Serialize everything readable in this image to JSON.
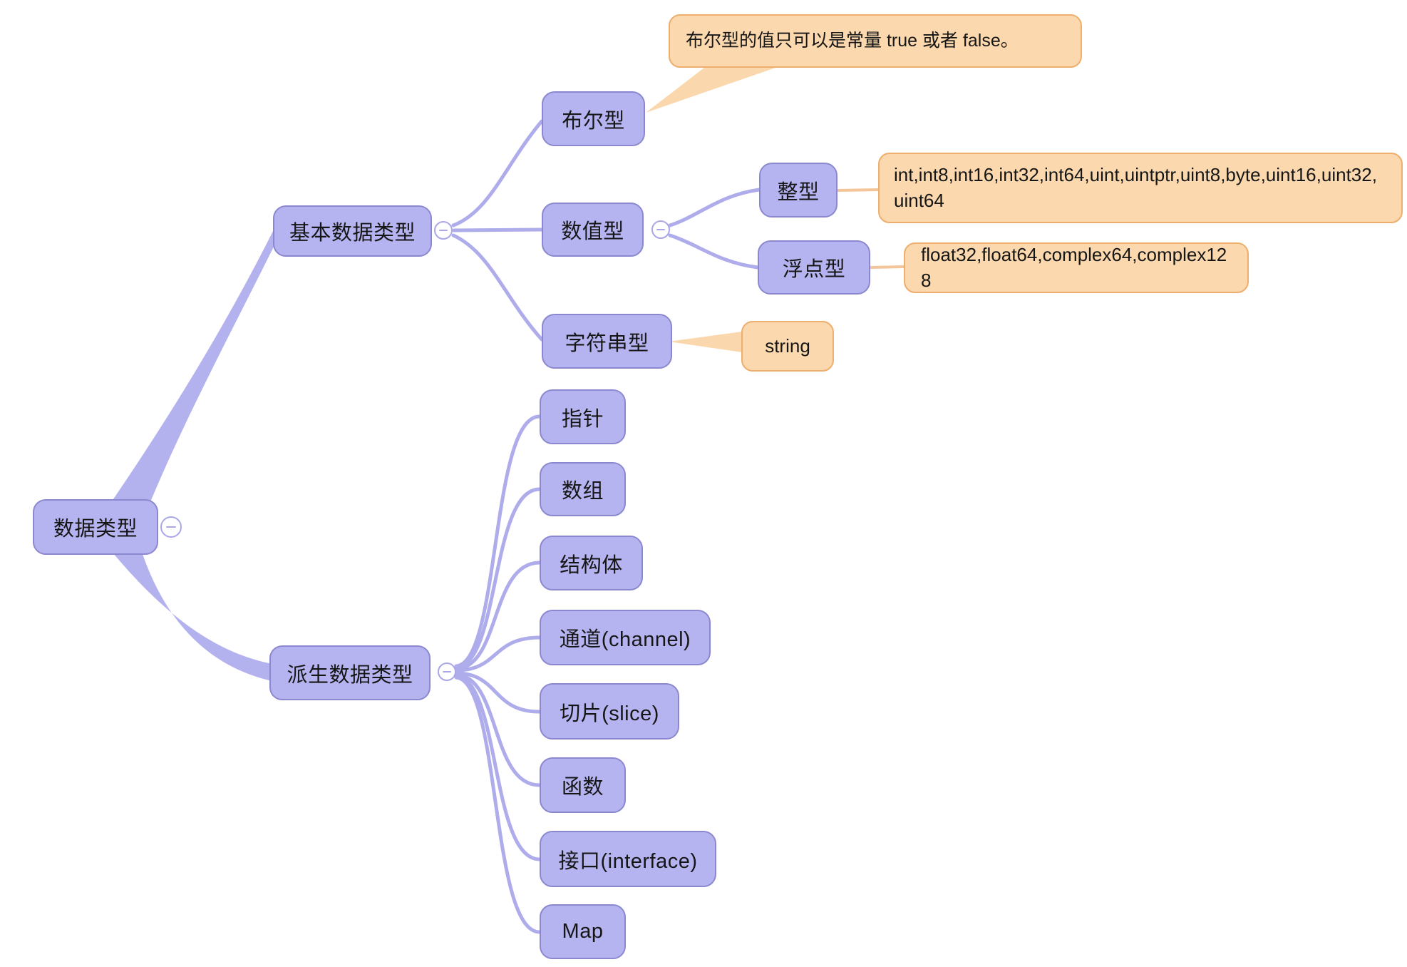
{
  "app": {
    "kind": "mindmap",
    "background": "#ffffff"
  },
  "colors": {
    "node_fill": "#b6b4f0",
    "node_border": "#8b88cf",
    "note_fill": "#fbd8ae",
    "note_border": "#edae6e",
    "branch_thick": "#b4b2ee",
    "branch_thin": "#aeaceb",
    "note_connector": "#f4c598",
    "text": "#161616"
  },
  "icons": {
    "collapse": "minus-circle-icon"
  },
  "tree": {
    "label": "数据类型",
    "children": [
      {
        "label": "基本数据类型",
        "children": [
          {
            "label": "布尔型",
            "note": "布尔型的值只可以是常量 true 或者 false。"
          },
          {
            "label": "数值型",
            "children": [
              {
                "label": "整型",
                "note": "int,int8,int16,int32,int64,uint,uintptr,uint8,byte,uint16,uint32,uint64"
              },
              {
                "label": "浮点型",
                "note": "float32,float64,complex64,complex128"
              }
            ]
          },
          {
            "label": "字符串型",
            "note": "string"
          }
        ]
      },
      {
        "label": "派生数据类型",
        "children": [
          {
            "label": "指针"
          },
          {
            "label": "数组"
          },
          {
            "label": "结构体"
          },
          {
            "label": "通道(channel)"
          },
          {
            "label": "切片(slice)"
          },
          {
            "label": "函数"
          },
          {
            "label": "接口(interface)"
          },
          {
            "label": "Map"
          }
        ]
      }
    ]
  }
}
